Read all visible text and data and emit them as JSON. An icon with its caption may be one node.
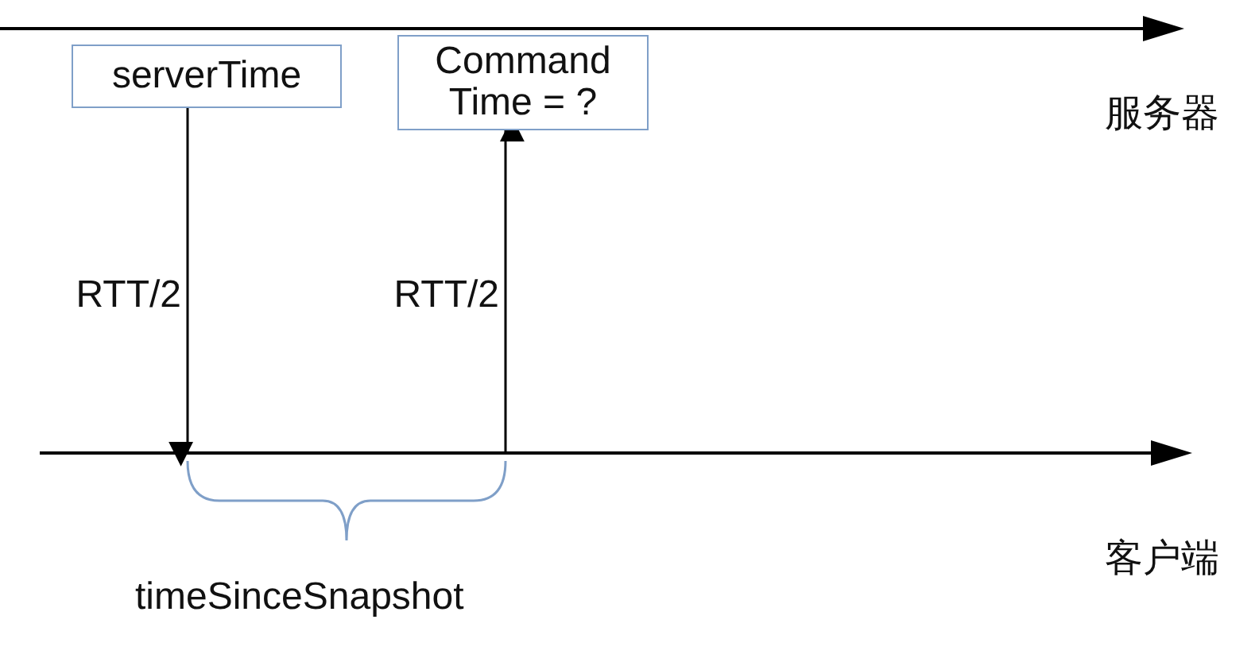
{
  "diagram": {
    "nodes": [
      {
        "text": [],
        "shape": "bar",
        "beside": [
          "服务器"
        ]
      },
      {
        "text": [
          "serverTime"
        ]
      },
      {
        "text": [
          "Command Time = ?"
        ]
      },
      {
        "text": [],
        "shape": "bar",
        "beside": [
          "客户端"
        ]
      }
    ],
    "edges": [
      {
        "from": 1,
        "to": 3,
        "arrow": "to",
        "label": "RTT/2"
      },
      {
        "from": 3,
        "to": 2,
        "arrow": "to",
        "label": "RTT/2"
      }
    ],
    "labels": [
      "timeSinceSnapshot"
    ]
  }
}
